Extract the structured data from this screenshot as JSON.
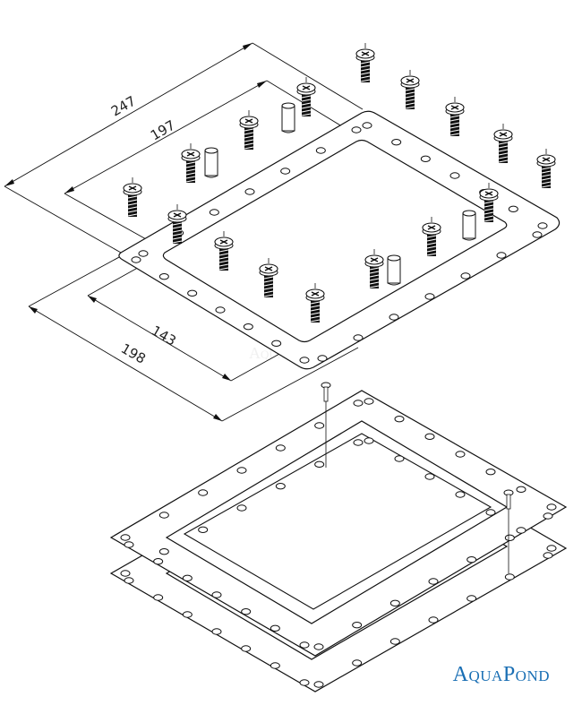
{
  "dimensions": {
    "outer_width": "247",
    "inner_width": "197",
    "inner_height": "143",
    "outer_height": "198"
  },
  "brand": {
    "name": "AquaPond",
    "watermark": "AquaPond"
  },
  "colors": {
    "line": "#111111",
    "brand": "#1a6fb4",
    "hole_fill": "#ffffff"
  },
  "parts": {
    "front_plate": "flange plate with screw holes",
    "gaskets": "two gasket frames",
    "screws": "cross-head screws",
    "spacers": "cylindrical spacers"
  }
}
